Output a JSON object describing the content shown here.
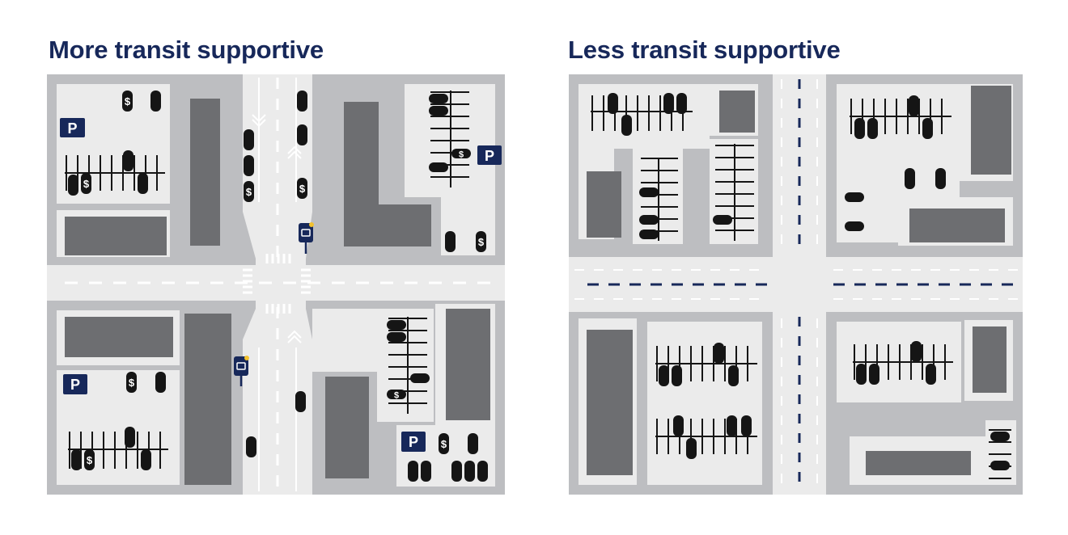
{
  "panels": {
    "left": {
      "title": "More transit supportive"
    },
    "right": {
      "title": "Less transit supportive"
    }
  },
  "symbols": {
    "parking_letter": "P",
    "price_symbol": "$"
  },
  "colors": {
    "title": "#17285a",
    "background_gray": "#bdbec1",
    "paved_light": "#ebebeb",
    "building_dark": "#6d6e71",
    "car": "#151515",
    "lane_dash_navy": "#17285a",
    "parking_sign": "#17285a",
    "bus_stop_accent": "#f2c12e"
  },
  "icons": [
    "parking-sign-icon",
    "dollar-meter-icon",
    "bus-stop-icon",
    "car-icon",
    "lane-arrow-icon"
  ]
}
